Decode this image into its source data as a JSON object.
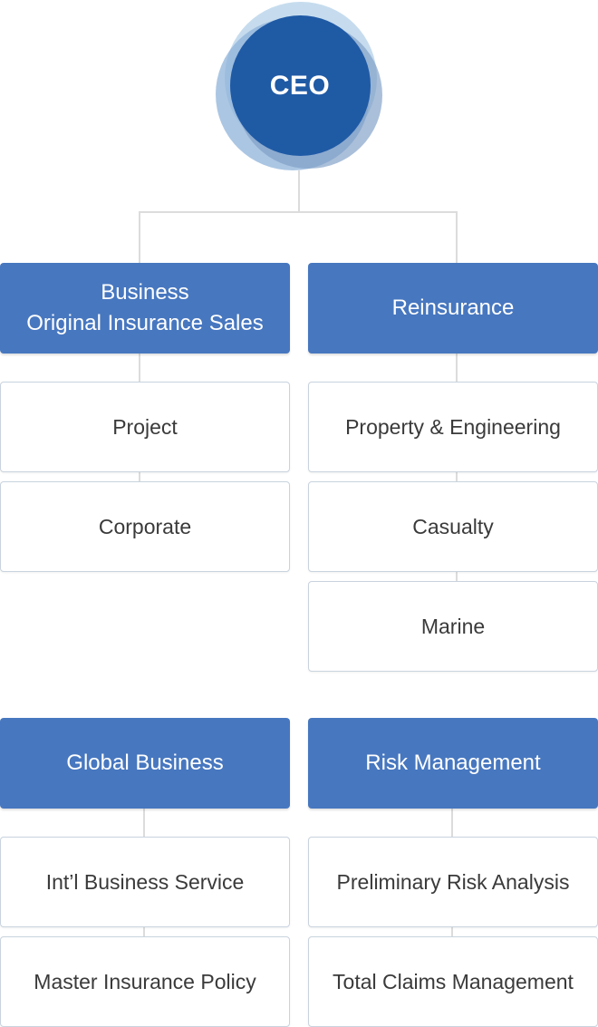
{
  "ceo": {
    "label": "CEO"
  },
  "divisions": [
    {
      "title_lines": [
        "Business",
        "Original Insurance Sales"
      ],
      "items": [
        "Project",
        "Corporate"
      ]
    },
    {
      "title_lines": [
        "Reinsurance"
      ],
      "items": [
        "Property & Engineering",
        "Casualty",
        "Marine"
      ]
    },
    {
      "title_lines": [
        "Global Business"
      ],
      "items": [
        "Int’l Business Service",
        "Master Insurance Policy"
      ]
    },
    {
      "title_lines": [
        "Risk Management"
      ],
      "items": [
        "Preliminary Risk Analysis",
        "Total Claims Management"
      ]
    }
  ],
  "colors": {
    "head_fill": "#4777bf",
    "ceo_core": "#1f5aa5",
    "ceo_ring_light": "#c6dcee",
    "ceo_ring_mid": "#8fb3d9",
    "connector": "#dcdcdc",
    "box_border": "#c9d3de"
  }
}
